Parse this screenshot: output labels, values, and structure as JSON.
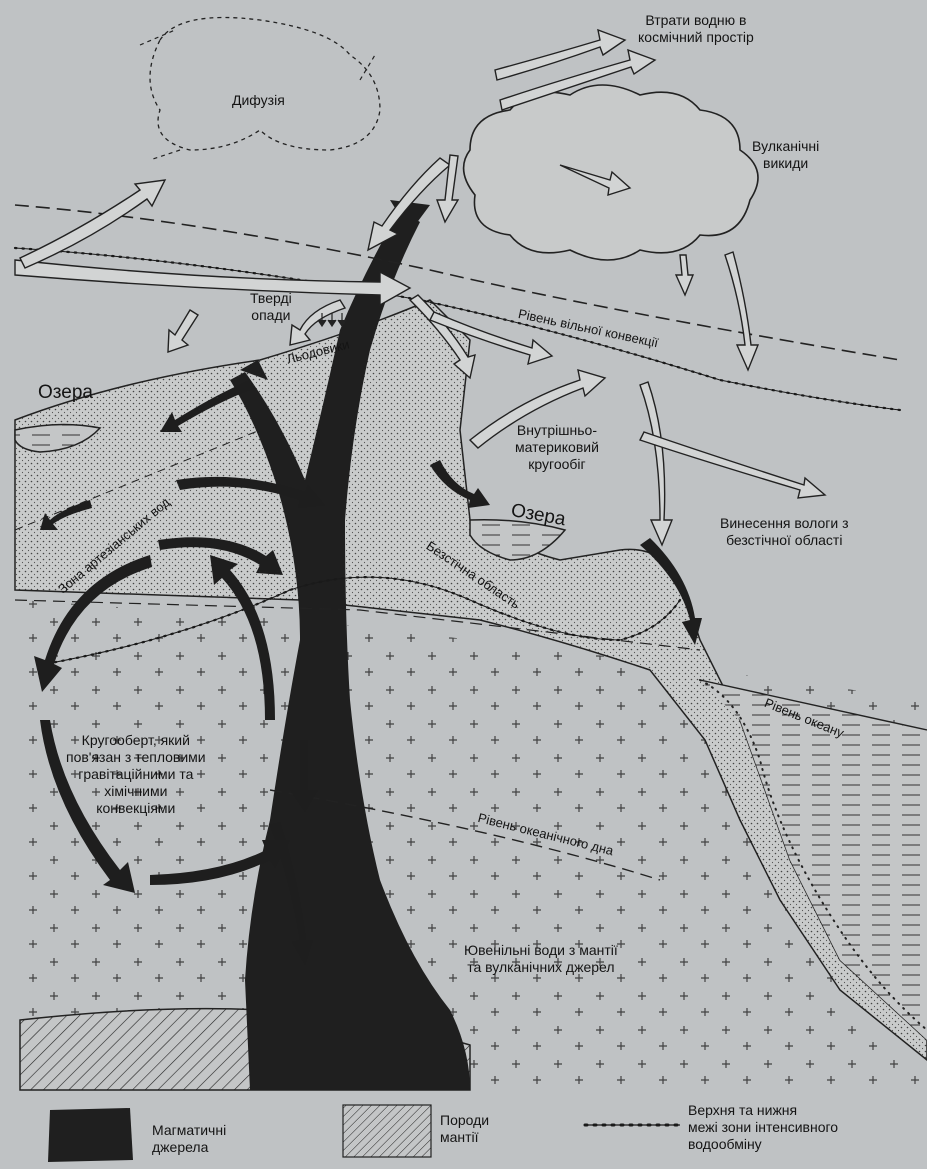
{
  "labels": {
    "water_loss": [
      "Втрати водню в",
      "космічний простір"
    ],
    "diffusion": "Дифузія",
    "volcanic": [
      "Вулканічні",
      "викиди"
    ],
    "solid_precip": [
      "Тверді",
      "опади"
    ],
    "glaciers": "Льодовики",
    "free_convection": "Рівень вільної конвекції",
    "lakes_left": "Озера",
    "artesian": "Зона артезіанських вод",
    "intracontinental": [
      "Внутрішньо-",
      "материковий",
      "кругообіг"
    ],
    "lakes_right": "Озера",
    "moisture_removal": [
      "Винесення вологи з",
      "безстічної області"
    ],
    "endorheic": "Безстічна область",
    "ocean_level": "Рівень океану",
    "convection_cycle": [
      "Кругооберт, який",
      "пов'язан з тепловими",
      "гравітаційними та",
      "хімічними",
      "конвекціями"
    ],
    "ocean_floor": "Рівень океанічного дна",
    "juvenile": [
      "Ювенільні води з мантії",
      "та вулканічних джерел"
    ]
  },
  "legend": {
    "magmatic": [
      "Магматичні",
      "джерела"
    ],
    "mantle": [
      "Породи",
      "мантії"
    ],
    "boundary": [
      "Верхня та нижня",
      "межі зони інтенсивного",
      "водообміну"
    ]
  }
}
